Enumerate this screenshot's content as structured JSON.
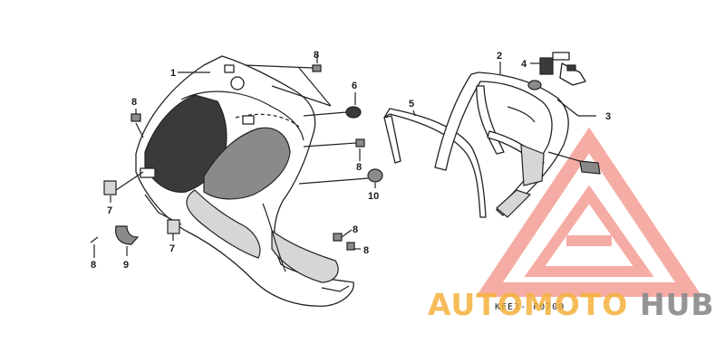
{
  "diagram": {
    "code_label": "KEE3- F0700",
    "callouts": {
      "part1": "1",
      "part2": "2",
      "part3": "3",
      "part4": "4",
      "part5": "5",
      "part6": "6",
      "part7a": "7",
      "part7b": "7",
      "part8a": "8",
      "part8b": "8",
      "part8c": "8",
      "part8d": "8",
      "part8e": "8",
      "part8f": "8",
      "part9": "9",
      "part10": "10"
    }
  },
  "watermark": {
    "text_orange": "AUTOMOTO",
    "text_gray": "HUB",
    "colors": {
      "orange": "#f5b03c",
      "gray": "#8a8a8a",
      "triangle": "#ee6a5c"
    }
  }
}
